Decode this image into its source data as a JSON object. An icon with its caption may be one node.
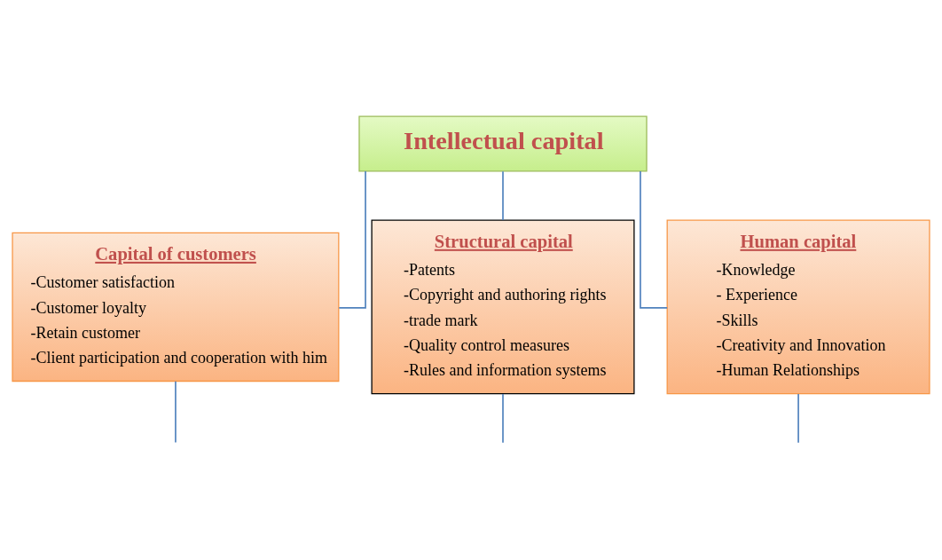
{
  "diagram": {
    "nodes": [
      {
        "text": [
          "Intellectual capital"
        ]
      },
      {
        "text": [
          "Capital of customers",
          "-Customer satisfaction",
          "-Customer loyalty",
          "-Retain customer",
          "-Client participation and cooperation with him"
        ]
      },
      {
        "text": [
          "Structural capital",
          "-Patents",
          "-Copyright and authoring rights",
          "-trade mark",
          "-Quality control measures",
          "-Rules and information systems"
        ]
      },
      {
        "text": [
          "Human capital",
          "-Knowledge",
          "- Experience",
          "-Skills",
          "-Creativity and Innovation",
          "-Human Relationships"
        ]
      }
    ],
    "edges": [
      {
        "from": 0,
        "to": 1,
        "arrow": "none"
      },
      {
        "from": 0,
        "to": 2,
        "arrow": "none"
      },
      {
        "from": 0,
        "to": 3,
        "arrow": "none"
      },
      {
        "from": 1,
        "to": null,
        "arrow": "none"
      },
      {
        "from": 2,
        "to": null,
        "arrow": "none"
      },
      {
        "from": 3,
        "to": null,
        "arrow": "none"
      }
    ]
  }
}
